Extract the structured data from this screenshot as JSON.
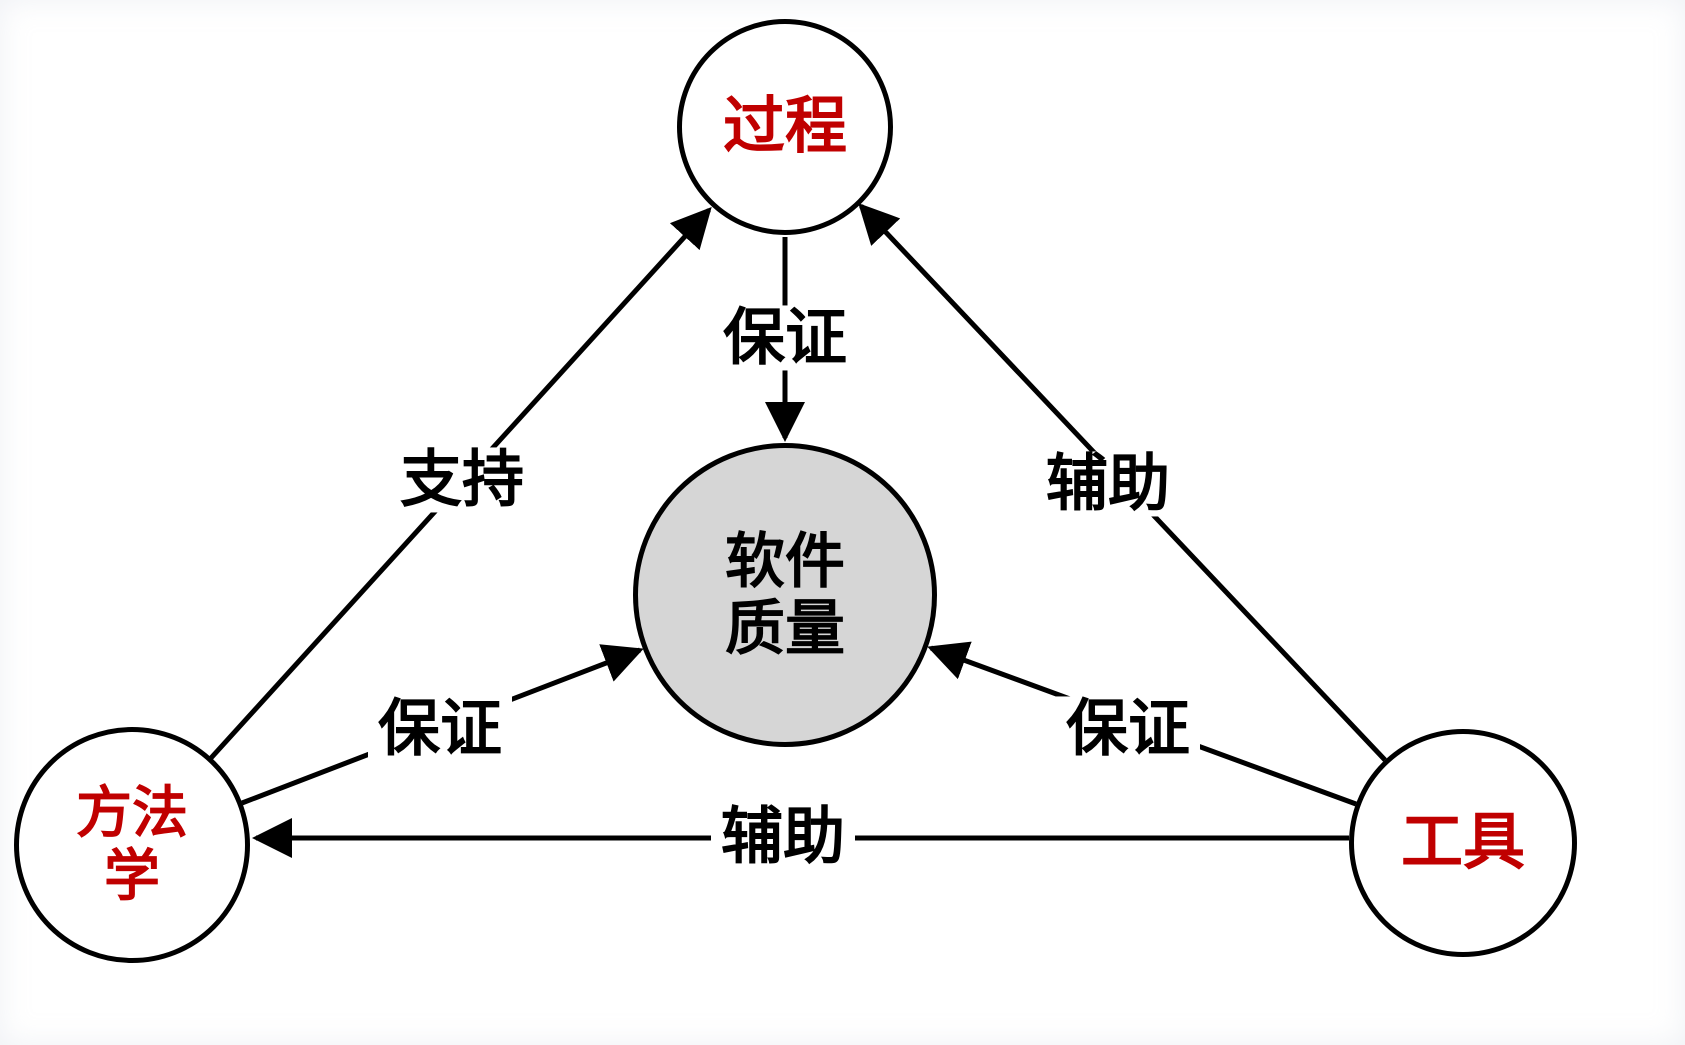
{
  "diagram": {
    "nodes": {
      "process": {
        "label": "过程"
      },
      "methodology": {
        "line1": "方法",
        "line2": "学"
      },
      "tools": {
        "label": "工具"
      },
      "quality": {
        "line1": "软件",
        "line2": "质量"
      }
    },
    "edges": {
      "process_to_quality": {
        "label": "保证"
      },
      "methodology_to_process": {
        "label": "支持"
      },
      "tools_to_process": {
        "label": "辅助"
      },
      "methodology_to_quality": {
        "label": "保证"
      },
      "tools_to_quality": {
        "label": "保证"
      },
      "tools_to_methodology": {
        "label": "辅助"
      }
    },
    "colors": {
      "node_text": "#c00000",
      "edge_label_text": "#000000",
      "quality_fill": "#d6d6d6",
      "stroke": "#000000",
      "background": "#ffffff"
    }
  }
}
